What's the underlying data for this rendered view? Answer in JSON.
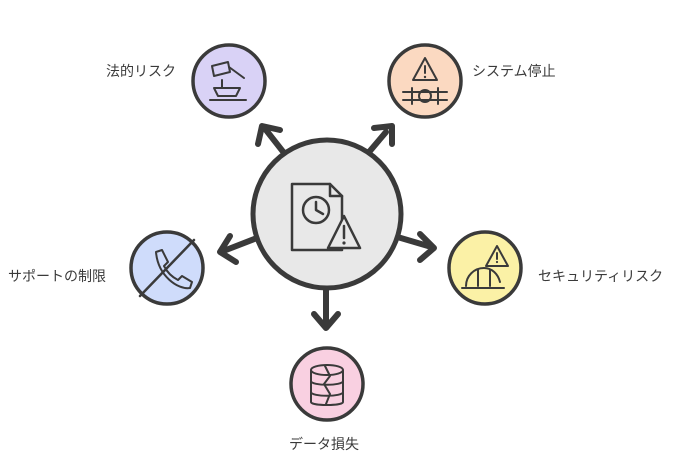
{
  "nodes": {
    "legal_risk": {
      "label": "法的リスク",
      "color": "#d9d2f6"
    },
    "system_outage": {
      "label": "システム停止",
      "color": "#fbd9c1"
    },
    "support_limit": {
      "label": "サポートの制限",
      "color": "#cfdcfb"
    },
    "security_risk": {
      "label": "セキュリティリスク",
      "color": "#fbf1a6"
    },
    "data_loss": {
      "label": "データ損失",
      "color": "#f9d0e1"
    }
  },
  "center": {
    "color": "#e8e8e8",
    "icon": "document-clock-warning-icon"
  },
  "icons": {
    "legal_risk": "gavel-icon",
    "system_outage": "warning-pipe-icon",
    "support_limit": "phone-off-icon",
    "security_risk": "hardhat-warning-icon",
    "data_loss": "broken-database-icon"
  }
}
